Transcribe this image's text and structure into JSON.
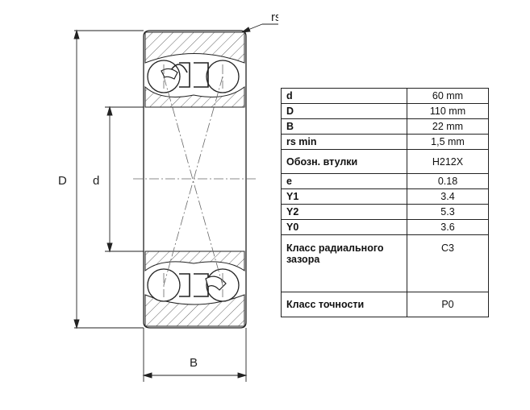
{
  "drawing": {
    "labels": {
      "rs": "rs",
      "outer_diameter": "D",
      "bore_diameter": "d",
      "width": "B"
    }
  },
  "table": {
    "rows": [
      {
        "key": "d",
        "value": "60 mm"
      },
      {
        "key": "D",
        "value": "110 mm"
      },
      {
        "key": "B",
        "value": "22 mm"
      },
      {
        "key": "rs min",
        "value": "1,5 mm"
      },
      {
        "key": "Обозн. втулки",
        "value": "H212X"
      },
      {
        "key": "e",
        "value": "0.18"
      },
      {
        "key": "Y1",
        "value": "3.4"
      },
      {
        "key": "Y2",
        "value": "5.3"
      },
      {
        "key": "Y0",
        "value": "3.6"
      },
      {
        "key": "Класс радиального зазора",
        "value": "C3"
      },
      {
        "key": "Класс точности",
        "value": "P0"
      }
    ]
  },
  "colors": {
    "line": "#222222",
    "hatch": "#666666",
    "background": "#ffffff"
  }
}
